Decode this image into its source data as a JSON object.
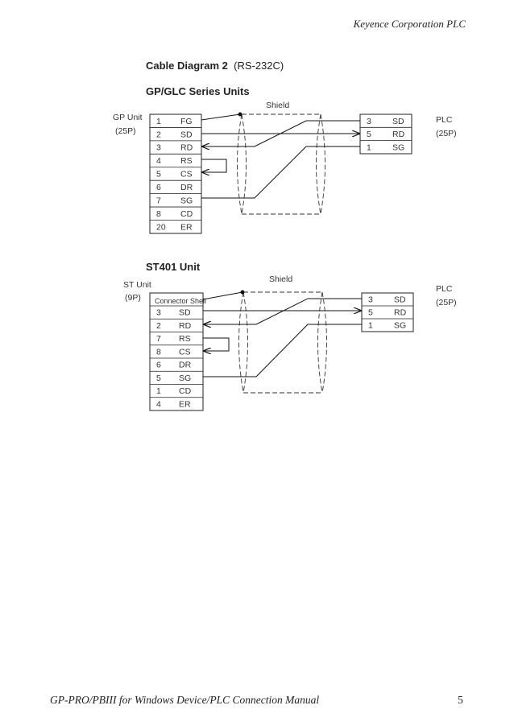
{
  "header": {
    "text": "Keyence Corporation   PLC"
  },
  "title": {
    "main": "Cable Diagram 2",
    "sub": "(RS-232C)"
  },
  "diagram1": {
    "heading": "GP/GLC Series Units",
    "shield_label": "Shield",
    "left_unit": {
      "name": "GP Unit",
      "pins": "(25P)"
    },
    "right_unit": {
      "name": "PLC",
      "pins": "(25P)"
    },
    "left_rows": [
      {
        "pin": "1",
        "signal": "FG"
      },
      {
        "pin": "2",
        "signal": "SD"
      },
      {
        "pin": "3",
        "signal": "RD"
      },
      {
        "pin": "4",
        "signal": "RS"
      },
      {
        "pin": "5",
        "signal": "CS"
      },
      {
        "pin": "6",
        "signal": "DR"
      },
      {
        "pin": "7",
        "signal": "SG"
      },
      {
        "pin": "8",
        "signal": "CD"
      },
      {
        "pin": "20",
        "signal": "ER"
      }
    ],
    "right_rows": [
      {
        "pin": "3",
        "signal": "SD"
      },
      {
        "pin": "5",
        "signal": "RD"
      },
      {
        "pin": "1",
        "signal": "SG"
      }
    ]
  },
  "diagram2": {
    "heading": "ST401 Unit",
    "shield_label": "Shield",
    "left_unit": {
      "name": "ST Unit",
      "pins": "(9P)"
    },
    "right_unit": {
      "name": "PLC",
      "pins": "(25P)"
    },
    "connector_shell": "Connector Shell",
    "left_rows": [
      {
        "pin": "3",
        "signal": "SD"
      },
      {
        "pin": "2",
        "signal": "RD"
      },
      {
        "pin": "7",
        "signal": "RS"
      },
      {
        "pin": "8",
        "signal": "CS"
      },
      {
        "pin": "6",
        "signal": "DR"
      },
      {
        "pin": "5",
        "signal": "SG"
      },
      {
        "pin": "1",
        "signal": "CD"
      },
      {
        "pin": "4",
        "signal": "ER"
      }
    ],
    "right_rows": [
      {
        "pin": "3",
        "signal": "SD"
      },
      {
        "pin": "5",
        "signal": "RD"
      },
      {
        "pin": "1",
        "signal": "SG"
      }
    ]
  },
  "footer": {
    "text": "GP-PRO/PBIII for Windows Device/PLC Connection Manual",
    "page": "5"
  }
}
